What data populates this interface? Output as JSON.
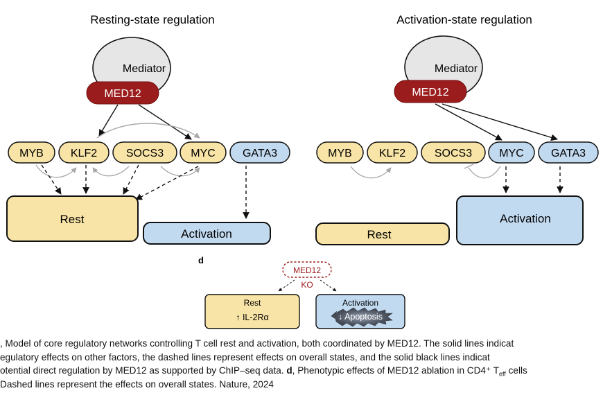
{
  "left_panel": {
    "title": "Resting-state regulation",
    "mediator_label": "Mediator",
    "med12_label": "MED12",
    "factors": [
      "MYB",
      "KLF2",
      "SOCS3",
      "MYC",
      "GATA3"
    ],
    "rest_label": "Rest",
    "activation_label": "Activation"
  },
  "right_panel": {
    "title": "Activation-state regulation",
    "mediator_label": "Mediator",
    "med12_label": "MED12",
    "factors": [
      "MYB",
      "KLF2",
      "SOCS3",
      "MYC",
      "GATA3"
    ],
    "rest_label": "Rest",
    "activation_label": "Activation"
  },
  "panel_d": {
    "letter": "d",
    "med12_label": "MED12",
    "ko_label": "KO",
    "rest_label": "Rest",
    "rest_effect": "↑ IL-2Rα",
    "activation_label": "Activation",
    "activation_effect": "↓ Apoptosis"
  },
  "caption": {
    "line1": ", Model of core regulatory networks controlling T cell rest and activation, both coordinated by MED12. The solid lines indicat",
    "line2": "egulatory effects on other factors, the dashed lines represent effects on overall states, and the solid black lines indicat",
    "line3a": "otential direct regulation by MED12 as supported by ChIP–seq data. ",
    "line3_bold": "d",
    "line3b": ", Phenotypic effects of MED12 ablation in CD4⁺ T",
    "line3_sub": "eff",
    "line3c": " cells",
    "line4": "Dashed lines represent the effects on overall states. Nature, 2024"
  },
  "colors": {
    "med12_fill": "#9b1c1c",
    "mediator_fill": "#e6e6e6",
    "rest_fill": "#f8e4a6",
    "activation_fill": "#c2daf0",
    "gray_arrow": "#a8a8a8"
  }
}
